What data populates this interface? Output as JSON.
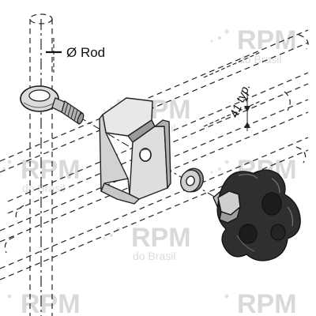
{
  "diagram": {
    "rod_label": "Ø Rod",
    "spacing_label": "41 typ."
  },
  "watermark": {
    "brand": "RPM",
    "sub": "do Brasil",
    "color": "#d9d9d9"
  },
  "colors": {
    "line": "#222222",
    "metal_light": "#e6e6e6",
    "metal_mid": "#bdbdbd",
    "metal_dark": "#8c8c8c",
    "knob_dark": "#2b2b2b"
  },
  "icons": {
    "eye_bolt": "eye-bolt-icon",
    "bracket": "bracket-icon",
    "washer": "washer-icon",
    "knob": "star-knob-icon"
  }
}
